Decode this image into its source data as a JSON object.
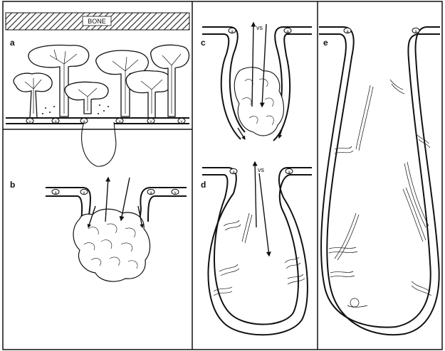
{
  "figure": {
    "bone_label": "BONE",
    "panels": [
      {
        "id": "a",
        "label": "a"
      },
      {
        "id": "b",
        "label": "b"
      },
      {
        "id": "c",
        "label": "c"
      },
      {
        "id": "d",
        "label": "d"
      },
      {
        "id": "e",
        "label": "e"
      }
    ],
    "vessel_marker_a": "a",
    "vessel_marker_v": "v",
    "vs_label": "vs",
    "colors": {
      "ink": "#111111",
      "background": "#ffffff",
      "hatch": "#222222"
    }
  }
}
